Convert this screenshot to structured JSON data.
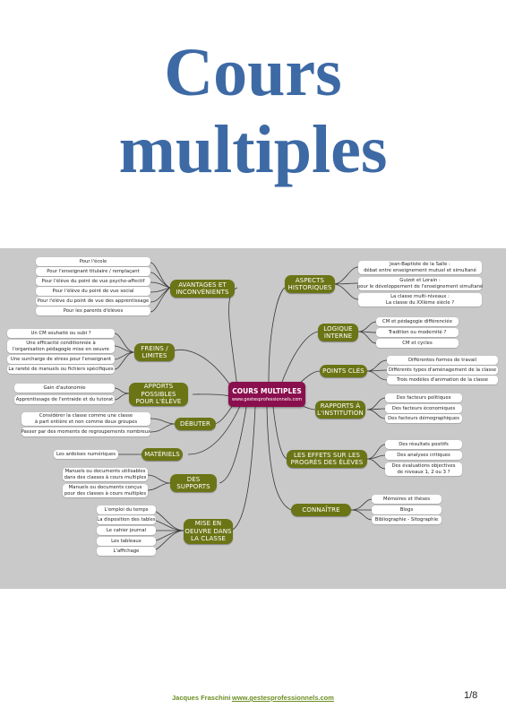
{
  "title": {
    "line1": "Cours",
    "line2": "multiples"
  },
  "center": {
    "title": "COURS MULTIPLES",
    "url": "www.gestesprofessionnels.com"
  },
  "branches": {
    "avantages": {
      "label1": "AVANTAGES ET",
      "label2": "INCONVÉNIENTS",
      "leaves": [
        "Pour l'école",
        "Pour l'enseignant titulaire / remplaçant",
        "Pour l'élève du point de vue psycho-affectif",
        "Pour l'élève du point de vue social",
        "Pour l'élève du point de vue des apprentissage",
        "Pour les parents d'élèves"
      ]
    },
    "freins": {
      "label1": "FREINS /",
      "label2": "LIMITES",
      "leaves": [
        {
          "l1": "Un CM souhaité ou subi ?",
          "l2": ""
        },
        {
          "l1": "Une efficacité conditionnée à",
          "l2": "l'organisation pédagogie mise en oeuvre"
        },
        {
          "l1": "Une surcharge de stress pour l'enseignant",
          "l2": ""
        },
        {
          "l1": "La rareté de manuels ou fichiers spécifiques",
          "l2": ""
        }
      ]
    },
    "apports": {
      "label1": "APPORTS",
      "label2": "POSSIBLES",
      "label3": "POUR L'ÉLÈVE",
      "leaves": [
        "Gain d'autonomie",
        "Apprentissage de l'entraide et du tutorat"
      ]
    },
    "debuter": {
      "label": "DÉBUTER",
      "leaves": [
        {
          "l1": "Considérer la classe comme une classe",
          "l2": "à part entière et non comme deux groupes"
        },
        {
          "l1": "Passer par des moments de regroupements nombreux",
          "l2": ""
        }
      ]
    },
    "materiels": {
      "label": "MATÉRIELS",
      "leaves": [
        "Les ardoises numériques"
      ]
    },
    "supports": {
      "label1": "DES",
      "label2": "SUPPORTS",
      "leaves": [
        {
          "l1": "Manuels ou documents utilisables",
          "l2": "dans des classes à cours multiples"
        },
        {
          "l1": "Manuels ou documents conçus",
          "l2": "pour des classes à cours multiples"
        }
      ]
    },
    "mise": {
      "label1": "MISE EN",
      "label2": "OEUVRE DANS",
      "label3": "LA CLASSE",
      "leaves": [
        "L'emploi du temps",
        "La disposition des tables",
        "Le cahier journal",
        "Les tableaux",
        "L'affichage"
      ]
    },
    "aspects": {
      "label1": "ASPECTS",
      "label2": "HISTORIQUES",
      "leaves": [
        {
          "l1": "Jean-Baptiste de la Salle :",
          "l2": "débat entre enseignement mutuel et simultané"
        },
        {
          "l1": "Guizot et Lorain :",
          "l2": "pour le développement de l'enseignement simultané"
        },
        {
          "l1": "La classe multi-niveaux :",
          "l2": "La classe du XXIème siècle ?"
        }
      ]
    },
    "logique": {
      "label1": "LOGIQUE",
      "label2": "INTERNE",
      "leaves": [
        "CM et pédagogie différenciée",
        "Tradition ou modernité ?",
        "CM et cycles"
      ]
    },
    "points": {
      "label": "POINTS CLÉS",
      "leaves": [
        "Différentes formes de travail",
        "Différents types d'aménagement de la classe",
        "Trois modèles d'animation de la classe"
      ]
    },
    "rapports": {
      "label1": "RAPPORTS À",
      "label2": "L'INSTITUTION",
      "leaves": [
        "Des facteurs politiques",
        "Des facteurs économiques",
        "Des facteurs démographiques"
      ]
    },
    "effets": {
      "label1": "LES EFFETS SUR LES",
      "label2": "PROGRÈS DES ÉLÈVES",
      "leaves": [
        {
          "l1": "Des résultats positifs",
          "l2": ""
        },
        {
          "l1": "Des analyses critiques",
          "l2": ""
        },
        {
          "l1": "Des évaluations objectives",
          "l2": "de niveaux 1, 2 ou 3 ?"
        }
      ]
    },
    "connaitre": {
      "label": "CONNAÎTRE",
      "leaves": [
        "Mémoires et thèses",
        "Blogs",
        "Bibliographie - Sitographie"
      ]
    }
  },
  "footer": {
    "author": "Jacques Fraschini",
    "link": "www.gestesprofessionnels.com",
    "page": "1/8"
  },
  "colors": {
    "title": "#3d6aa5",
    "topic": "#6b7516",
    "center": "#8a0f4e",
    "map_bg": "#c9c9c9",
    "footer": "#6b8e23"
  }
}
